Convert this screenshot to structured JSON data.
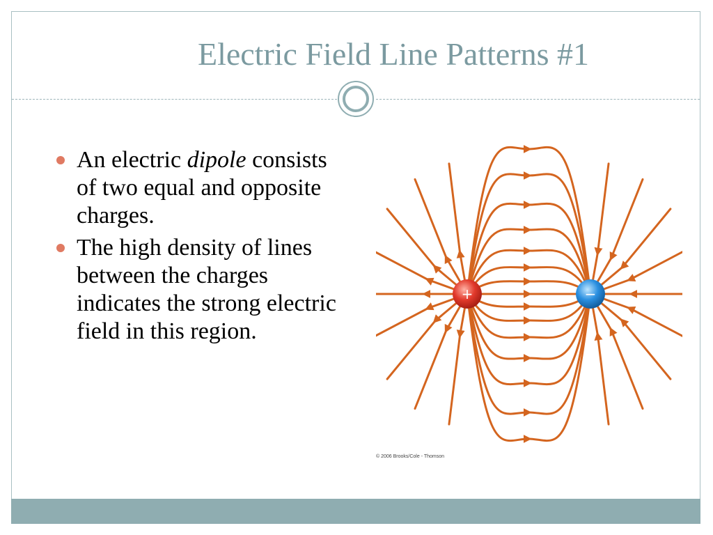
{
  "slide": {
    "title": "Electric Field Line Patterns #1",
    "bullets": [
      {
        "before": "An electric ",
        "emphasis": "dipole",
        "after": " consists of two equal and opposite charges."
      },
      {
        "before": "The high density of lines between the charges indicates the strong electric field in this region.",
        "emphasis": "",
        "after": ""
      }
    ]
  },
  "figure": {
    "positive_label": "+",
    "negative_label": "−",
    "credit": "© 2006 Brooks/Cole - Thomson",
    "line_color": "#d4651f",
    "positive_color": "#e0352b",
    "negative_color": "#2a8fe0"
  },
  "colors": {
    "accent": "#8fadb1",
    "title": "#7b9aa0",
    "bullet": "#e07a62"
  }
}
